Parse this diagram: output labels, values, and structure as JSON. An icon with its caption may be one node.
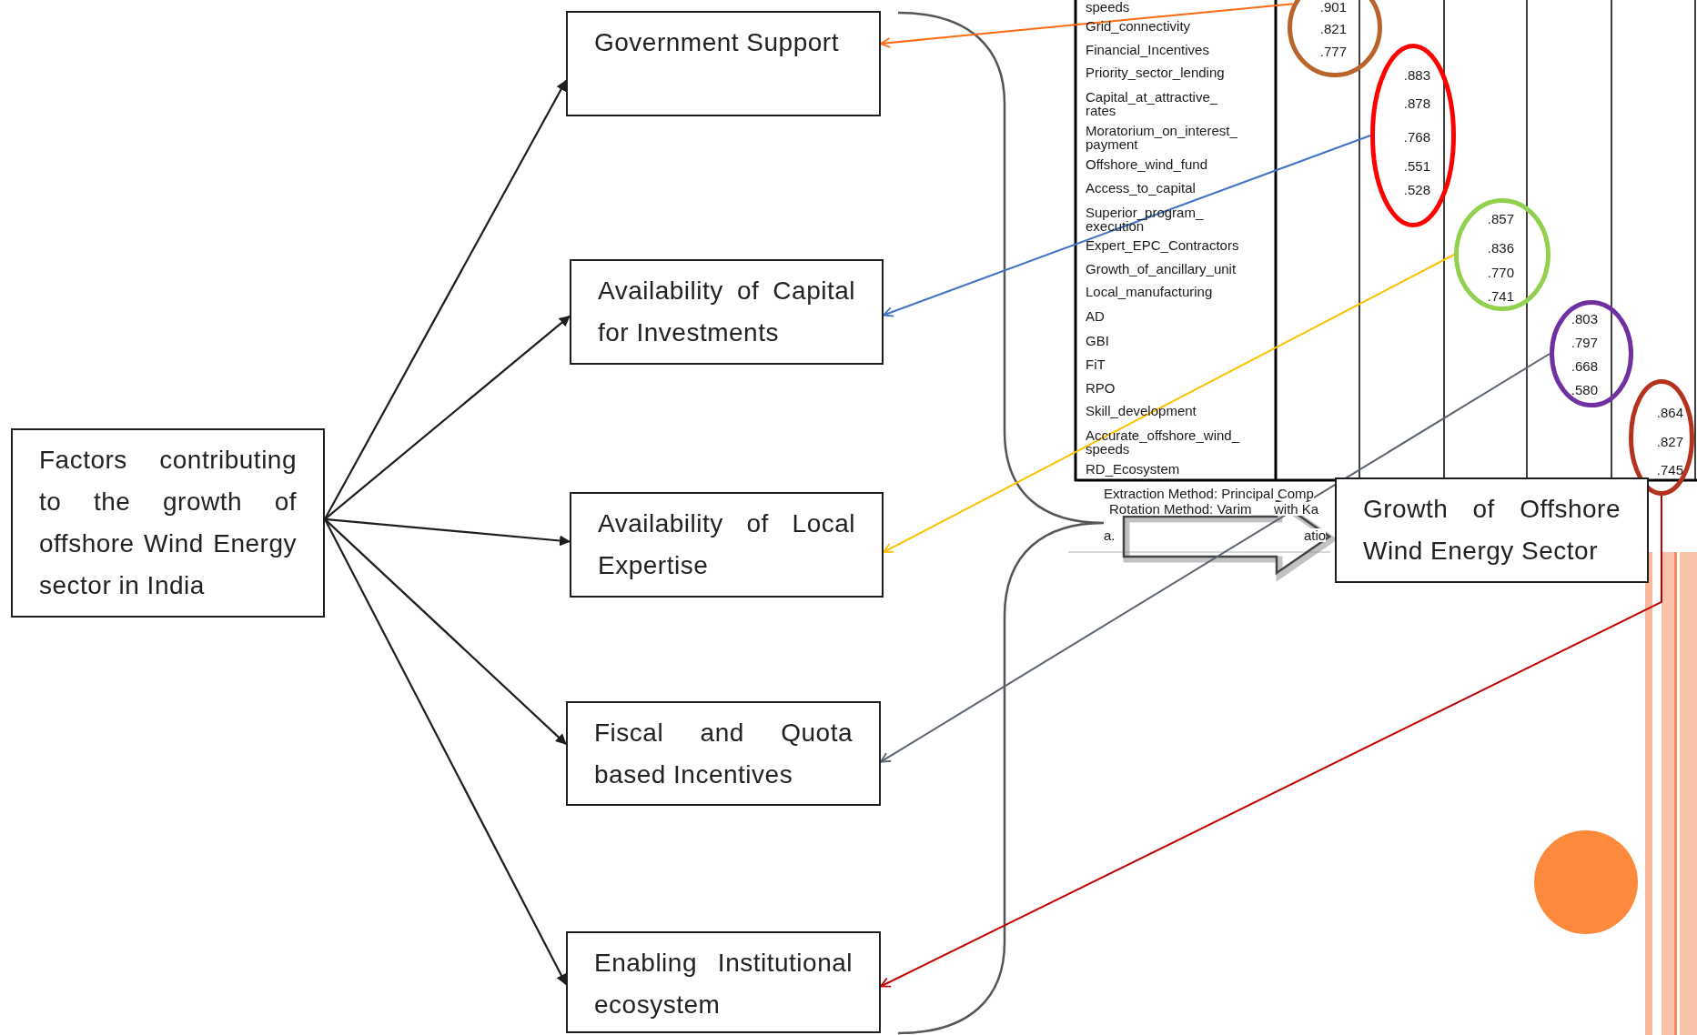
{
  "diagram": {
    "nodes": [
      {
        "text": [
          "Factors contributing to the growth of offshore Wind Energy sector in India"
        ]
      },
      {
        "text": [
          "Government Support"
        ]
      },
      {
        "text": [
          "Availability of Capital for Investments"
        ]
      },
      {
        "text": [
          "Availability of Local Expertise"
        ]
      },
      {
        "text": [
          "Fiscal and Quota based Incentives"
        ]
      },
      {
        "text": [
          "Enabling Institutional ecosystem"
        ]
      },
      {
        "text": [
          "Growth of Offshore Wind Energy Sector"
        ]
      },
      {
        "text": [],
        "shape": "circle"
      },
      {
        "text": [],
        "shape": "circle"
      },
      {
        "text": [],
        "shape": "circle"
      },
      {
        "text": [],
        "shape": "circle"
      },
      {
        "text": [],
        "shape": "circle"
      }
    ],
    "edges": [
      {
        "from": 0,
        "to": 1,
        "arrow": "to"
      },
      {
        "from": 0,
        "to": 2,
        "arrow": "to"
      },
      {
        "from": 0,
        "to": 3,
        "arrow": "to"
      },
      {
        "from": 0,
        "to": 4,
        "arrow": "to"
      },
      {
        "from": 0,
        "to": 5,
        "arrow": "to"
      },
      {
        "from": null,
        "to": 6,
        "arrow": "to",
        "style": "thick"
      },
      {
        "from": 7,
        "to": 1,
        "arrow": "to",
        "color": "#ff6a13"
      },
      {
        "from": 8,
        "to": 2,
        "arrow": "to",
        "color": "#4472c4"
      },
      {
        "from": 9,
        "to": 3,
        "arrow": "to",
        "color": "#ffc000"
      },
      {
        "from": 10,
        "to": 4,
        "arrow": "to",
        "color": "#5a6270"
      },
      {
        "from": 11,
        "to": 5,
        "arrow": "to",
        "color": "#c00000"
      }
    ],
    "labels": [
      "speeds",
      ".901",
      "Grid_connectivity",
      ".821",
      "Financial_Incentives",
      ".777",
      "Priority_sector_lending",
      ".883",
      "Capital_at_attractive_ rates",
      ".878",
      "Moratorium_on_interest_ payment",
      ".768",
      "Offshore_wind_fund",
      ".551",
      "Access_to_capital",
      ".528",
      "Superior_program_ execution",
      ".857",
      "Expert_EPC_Contractors",
      ".836",
      "Growth_of_ancillary_unit",
      ".770",
      "Local_manufacturing",
      ".741",
      "AD",
      ".803",
      "GBI",
      ".797",
      "FiT",
      ".668",
      "RPO",
      ".580",
      "Skill_development",
      ".864",
      "Accurate_offshore_wind_ speeds",
      ".827",
      "RD_Ecosystem",
      ".745",
      "Extraction Method: Principal Comp",
      "Rotation Method: Varim",
      "with Ka",
      "a.",
      "atio"
    ]
  }
}
